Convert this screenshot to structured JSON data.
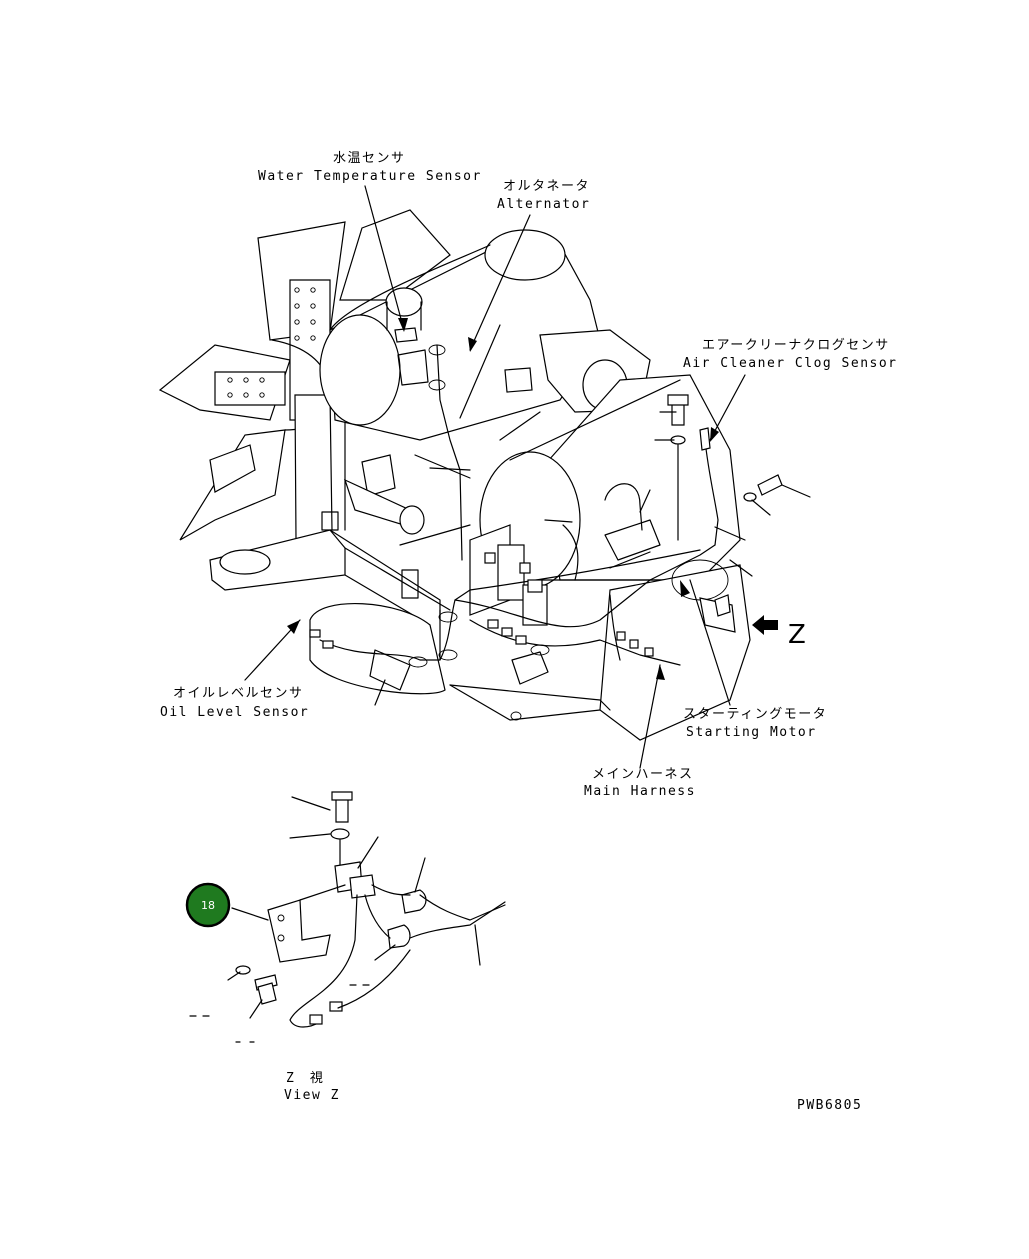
{
  "labels": {
    "water_temp_jp": "水温センサ",
    "water_temp_en": "Water Temperature Sensor",
    "alternator_jp": "オルタネータ",
    "alternator_en": "Alternator",
    "air_cleaner_jp": "エアークリーナクログセンサ",
    "air_cleaner_en": "Air Cleaner Clog Sensor",
    "oil_level_jp": "オイルレベルセンサ",
    "oil_level_en": "Oil Level Sensor",
    "starting_motor_jp": "スターティングモータ",
    "starting_motor_en": "Starting Motor",
    "main_harness_jp": "メインハーネス",
    "main_harness_en": "Main Harness",
    "view_marker": "Z",
    "view_z_jp": "Z　視",
    "view_z_en": "View Z",
    "drawing_number": "PWB6805"
  },
  "callout": {
    "number": "18",
    "color": "#1f7a1f"
  }
}
